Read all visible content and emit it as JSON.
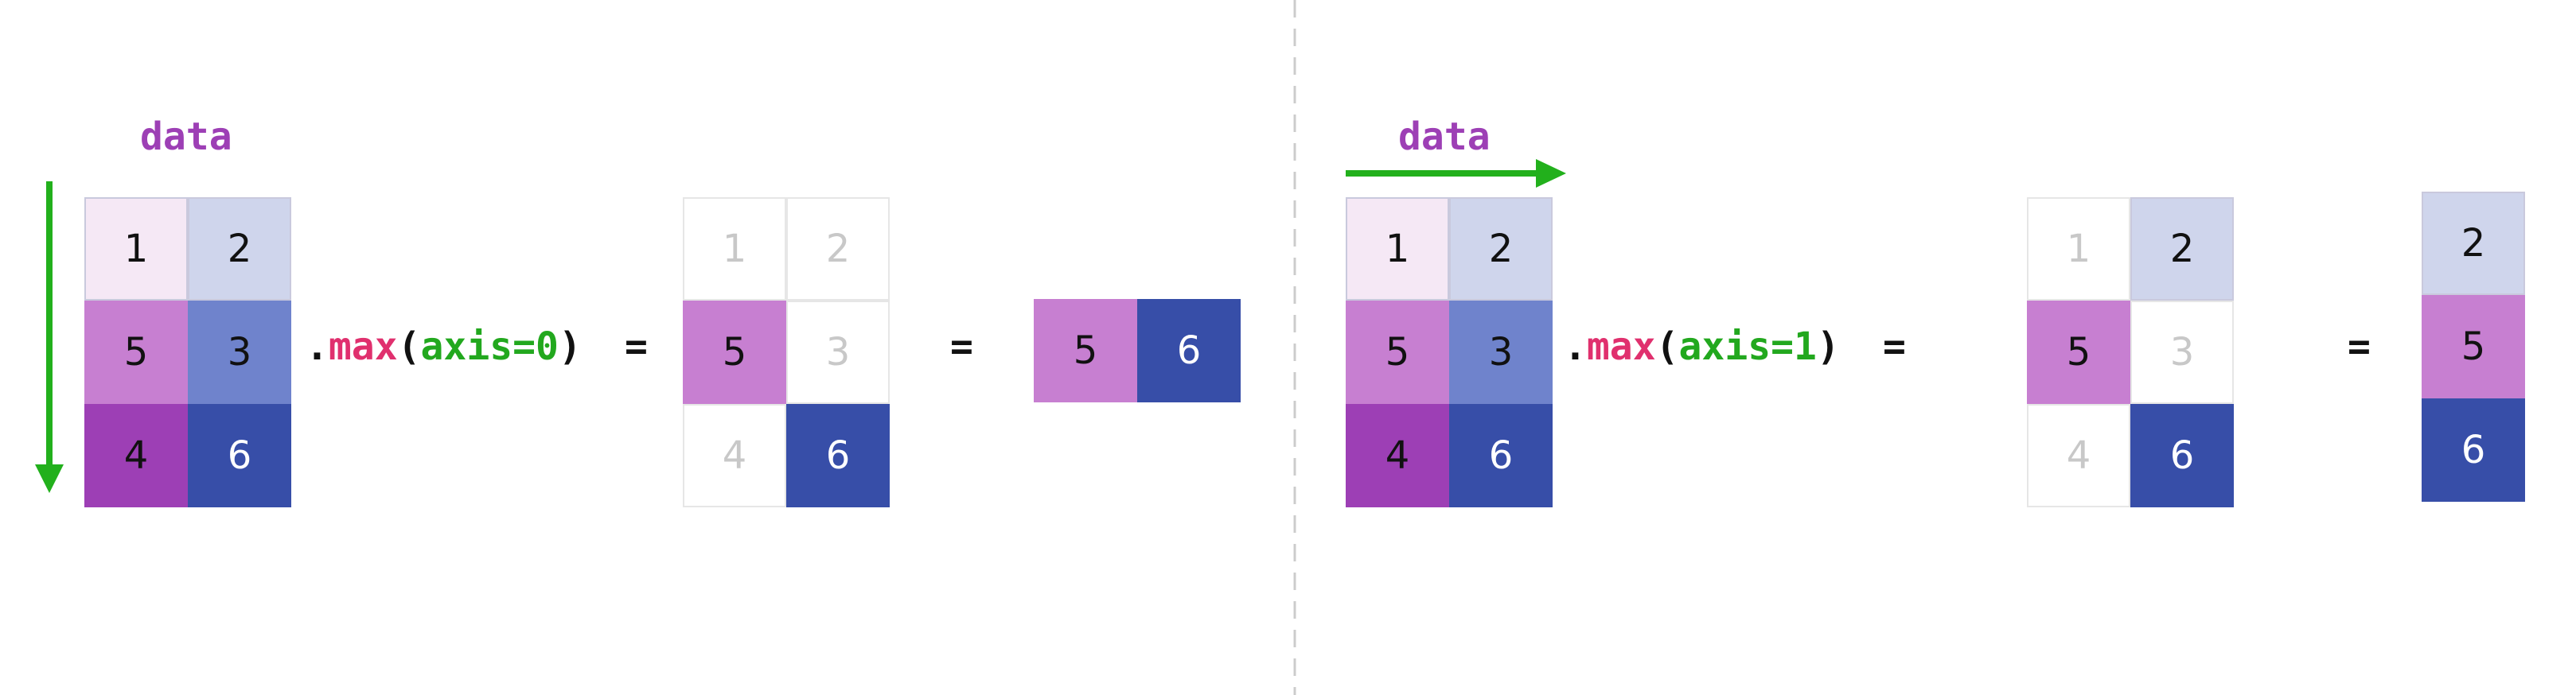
{
  "colors": {
    "c1": "#f5e8f5",
    "c2": "#cfd5ec",
    "c3": "#6f83cc",
    "c4": "#9d3fb5",
    "c5": "#c77fd1",
    "c6": "#374ea8",
    "grid": "#e6e6e6",
    "dim_text": "#c8c8c8",
    "arrow": "#22b01c",
    "divider": "#cccccc",
    "label": "#9d3fb5",
    "fn": "#e0306e",
    "arg": "#22a81e"
  },
  "panels": [
    {
      "label": "data",
      "axis_arrow": "down",
      "data": [
        [
          1,
          2
        ],
        [
          5,
          3
        ],
        [
          4,
          6
        ]
      ],
      "expr": {
        "dot": ".",
        "fn": "max",
        "open": "(",
        "arg": "axis=0",
        "close": ")",
        "eq": "="
      },
      "highlight": [
        [
          false,
          false
        ],
        [
          true,
          false
        ],
        [
          false,
          true
        ]
      ],
      "result_eq": "=",
      "result": [
        [
          5,
          6
        ]
      ]
    },
    {
      "label": "data",
      "axis_arrow": "right",
      "data": [
        [
          1,
          2
        ],
        [
          5,
          3
        ],
        [
          4,
          6
        ]
      ],
      "expr": {
        "dot": ".",
        "fn": "max",
        "open": "(",
        "arg": "axis=1",
        "close": ")",
        "eq": "="
      },
      "highlight": [
        [
          false,
          true
        ],
        [
          true,
          false
        ],
        [
          false,
          true
        ]
      ],
      "result_eq": "=",
      "result": [
        [
          2
        ],
        [
          5
        ],
        [
          6
        ]
      ]
    }
  ]
}
